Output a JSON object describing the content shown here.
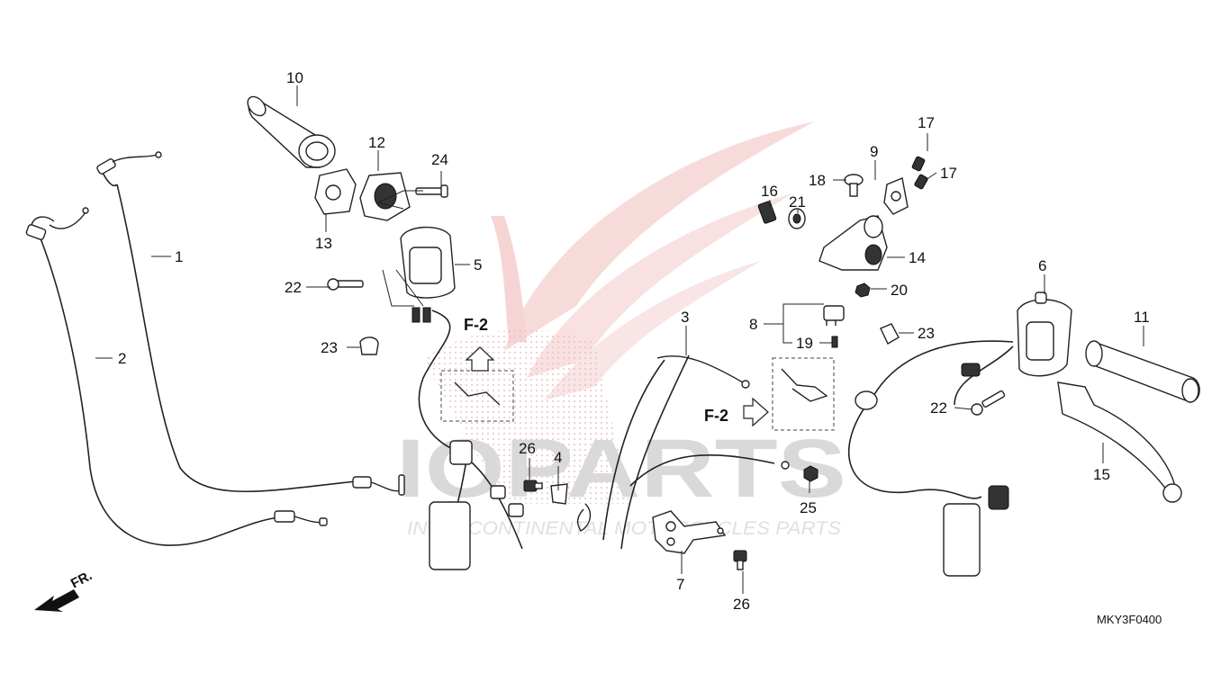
{
  "diagram": {
    "callouts": [
      {
        "id": "c1",
        "text": "1"
      },
      {
        "id": "c2",
        "text": "2"
      },
      {
        "id": "c3",
        "text": "3"
      },
      {
        "id": "c4",
        "text": "4"
      },
      {
        "id": "c5",
        "text": "5"
      },
      {
        "id": "c6",
        "text": "6"
      },
      {
        "id": "c7",
        "text": "7"
      },
      {
        "id": "c8",
        "text": "8"
      },
      {
        "id": "c9",
        "text": "9"
      },
      {
        "id": "c10",
        "text": "10"
      },
      {
        "id": "c11",
        "text": "11"
      },
      {
        "id": "c12",
        "text": "12"
      },
      {
        "id": "c13",
        "text": "13"
      },
      {
        "id": "c14",
        "text": "14"
      },
      {
        "id": "c15",
        "text": "15"
      },
      {
        "id": "c16",
        "text": "16"
      },
      {
        "id": "c17a",
        "text": "17"
      },
      {
        "id": "c17b",
        "text": "17"
      },
      {
        "id": "c18",
        "text": "18"
      },
      {
        "id": "c19",
        "text": "19"
      },
      {
        "id": "c20",
        "text": "20"
      },
      {
        "id": "c21",
        "text": "21"
      },
      {
        "id": "c22a",
        "text": "22"
      },
      {
        "id": "c22b",
        "text": "22"
      },
      {
        "id": "c23a",
        "text": "23"
      },
      {
        "id": "c23b",
        "text": "23"
      },
      {
        "id": "c24",
        "text": "24"
      },
      {
        "id": "c25",
        "text": "25"
      },
      {
        "id": "c26a",
        "text": "26"
      },
      {
        "id": "c26b",
        "text": "26"
      }
    ],
    "ref_left": "F-2",
    "ref_mid": "F-2",
    "front_label": "FR.",
    "diagram_code": "MKY3F0400"
  },
  "watermark": {
    "brand": "IOPARTS",
    "tagline": "INTERCONTINENTAL MOTORCYCLES PARTS",
    "wing_color": "#f3c6c6"
  }
}
